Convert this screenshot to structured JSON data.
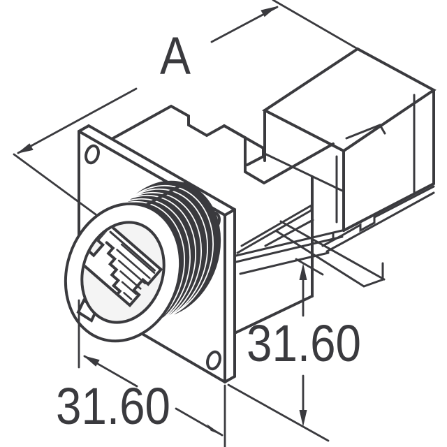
{
  "drawing": {
    "kind": "isometric-technical-line-drawing",
    "subject": "panel-mount RJ45 feed-through connector with square flange and threaded bezel",
    "labels": {
      "overall_length": "A",
      "flange_width": "31.60",
      "flange_height": "31.60"
    },
    "colors": {
      "line": "#3a3a3e",
      "background": "#ffffff",
      "thread_band": "#3a3a3e",
      "cavity": "#f4f4f4"
    }
  }
}
